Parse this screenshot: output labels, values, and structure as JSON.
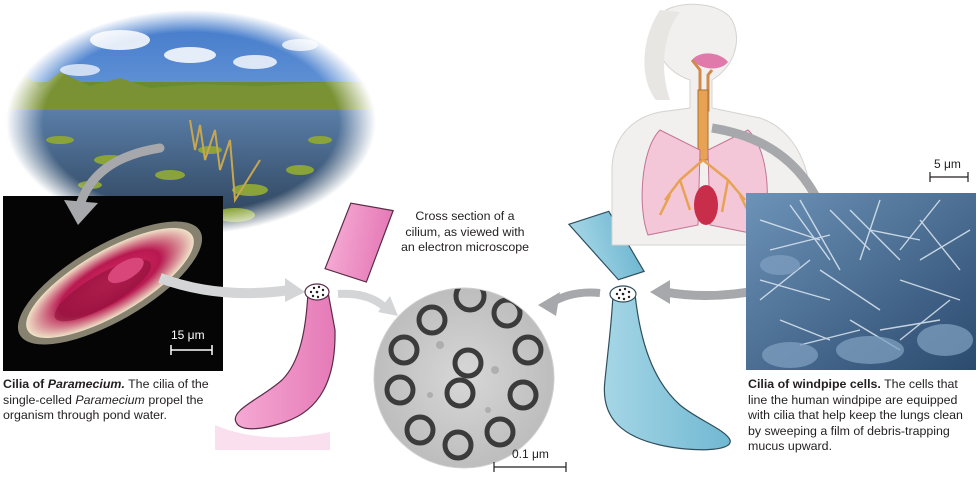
{
  "center_label": [
    "Cross section of a",
    "cilium, as viewed with",
    "an electron microscope"
  ],
  "scale_bars": {
    "paramecium": "15 μm",
    "windpipe": "5 μm",
    "cross_section": "0.1 μm"
  },
  "captions": {
    "paramecium": {
      "title_prefix": "Cilia of ",
      "title_italic": "Paramecium.",
      "body_1": " The cilia of the single-celled ",
      "body_italic": "Paramecium",
      "body_2": " propel the organism through pond water."
    },
    "windpipe": {
      "title": "Cilia of windpipe cells.",
      "body": " The cells that line the human windpipe are equipped with cilia that help keep the lungs clean by sweeping a film of debris-trapping mucus upward."
    }
  },
  "colors": {
    "pink_cilium": "#ee8fc4",
    "blue_cilium": "#86c5db",
    "arrow": "#a6a8ab"
  }
}
